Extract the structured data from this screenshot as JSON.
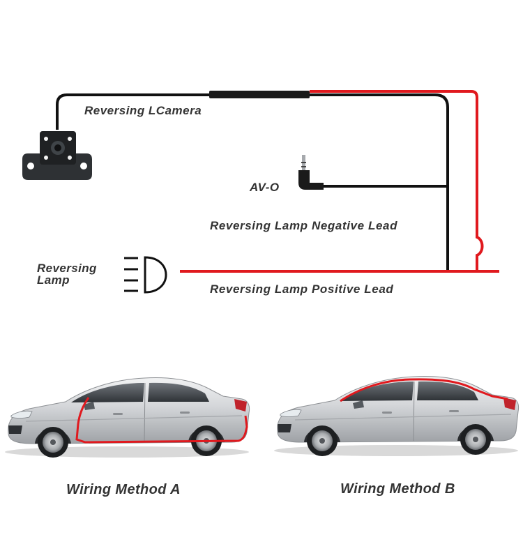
{
  "diagram": {
    "camera_label": "Reversing LCamera",
    "av_label": "AV-O",
    "negative_label": "Reversing Lamp Negative Lead",
    "positive_label": "Reversing Lamp Positive Lead",
    "lamp_label_line1": "Reversing",
    "lamp_label_line2": "Lamp"
  },
  "methods": {
    "a_label": "Wiring Method A",
    "b_label": "Wiring Method B"
  },
  "colors": {
    "wire_black": "#111111",
    "wire_red": "#e0191e",
    "text": "#333333",
    "car_body": "#c9cbce"
  }
}
